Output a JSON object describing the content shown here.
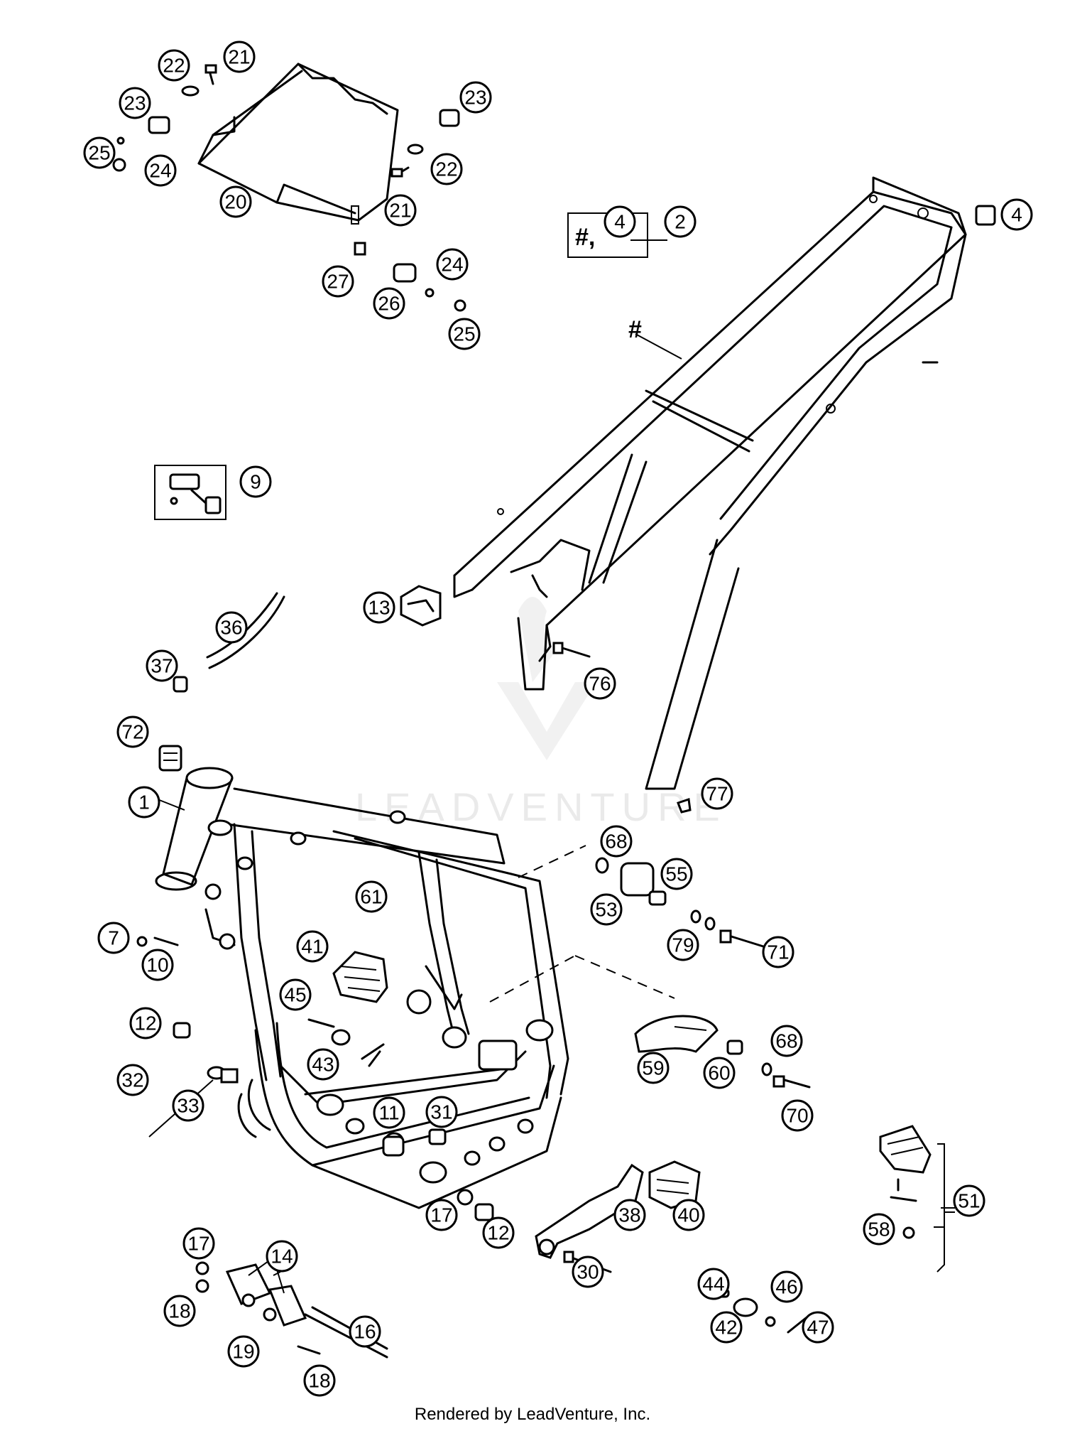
{
  "footer_text": "Rendered by LeadVenture, Inc.",
  "watermark_text": "LEADVENTURE",
  "subframe_marker": "#",
  "boxed_label_2": "#,",
  "callouts": [
    {
      "id": "c21a",
      "label": "21"
    },
    {
      "id": "c22a",
      "label": "22"
    },
    {
      "id": "c23a",
      "label": "23"
    },
    {
      "id": "c25a",
      "label": "25"
    },
    {
      "id": "c24a",
      "label": "24"
    },
    {
      "id": "c20",
      "label": "20"
    },
    {
      "id": "c23b",
      "label": "23"
    },
    {
      "id": "c22b",
      "label": "22"
    },
    {
      "id": "c21b",
      "label": "21"
    },
    {
      "id": "c24b",
      "label": "24"
    },
    {
      "id": "c27",
      "label": "27"
    },
    {
      "id": "c26",
      "label": "26"
    },
    {
      "id": "c25b",
      "label": "25"
    },
    {
      "id": "c4box",
      "label": "4"
    },
    {
      "id": "c2",
      "label": "2"
    },
    {
      "id": "c4",
      "label": "4"
    },
    {
      "id": "c9",
      "label": "9"
    },
    {
      "id": "c13",
      "label": "13"
    },
    {
      "id": "c36",
      "label": "36"
    },
    {
      "id": "c37",
      "label": "37"
    },
    {
      "id": "c76",
      "label": "76"
    },
    {
      "id": "c72",
      "label": "72"
    },
    {
      "id": "c1",
      "label": "1"
    },
    {
      "id": "c77",
      "label": "77"
    },
    {
      "id": "c68a",
      "label": "68"
    },
    {
      "id": "c55",
      "label": "55"
    },
    {
      "id": "c53",
      "label": "53"
    },
    {
      "id": "c7",
      "label": "7"
    },
    {
      "id": "c61",
      "label": "61"
    },
    {
      "id": "c10",
      "label": "10"
    },
    {
      "id": "c79",
      "label": "79"
    },
    {
      "id": "c71",
      "label": "71"
    },
    {
      "id": "c41",
      "label": "41"
    },
    {
      "id": "c45",
      "label": "45"
    },
    {
      "id": "c12a",
      "label": "12"
    },
    {
      "id": "c43",
      "label": "43"
    },
    {
      "id": "c68b",
      "label": "68"
    },
    {
      "id": "c59",
      "label": "59"
    },
    {
      "id": "c60",
      "label": "60"
    },
    {
      "id": "c32",
      "label": "32"
    },
    {
      "id": "c33",
      "label": "33"
    },
    {
      "id": "c70",
      "label": "70"
    },
    {
      "id": "c11",
      "label": "11"
    },
    {
      "id": "c31",
      "label": "31"
    },
    {
      "id": "c51",
      "label": "51"
    },
    {
      "id": "c17a",
      "label": "17"
    },
    {
      "id": "c12b",
      "label": "12"
    },
    {
      "id": "c38",
      "label": "38"
    },
    {
      "id": "c40",
      "label": "40"
    },
    {
      "id": "c58",
      "label": "58"
    },
    {
      "id": "c30",
      "label": "30"
    },
    {
      "id": "c17b",
      "label": "17"
    },
    {
      "id": "c14",
      "label": "14"
    },
    {
      "id": "c18a",
      "label": "18"
    },
    {
      "id": "c44",
      "label": "44"
    },
    {
      "id": "c46",
      "label": "46"
    },
    {
      "id": "c16",
      "label": "16"
    },
    {
      "id": "c19",
      "label": "19"
    },
    {
      "id": "c42",
      "label": "42"
    },
    {
      "id": "c47",
      "label": "47"
    },
    {
      "id": "c18b",
      "label": "18"
    }
  ]
}
